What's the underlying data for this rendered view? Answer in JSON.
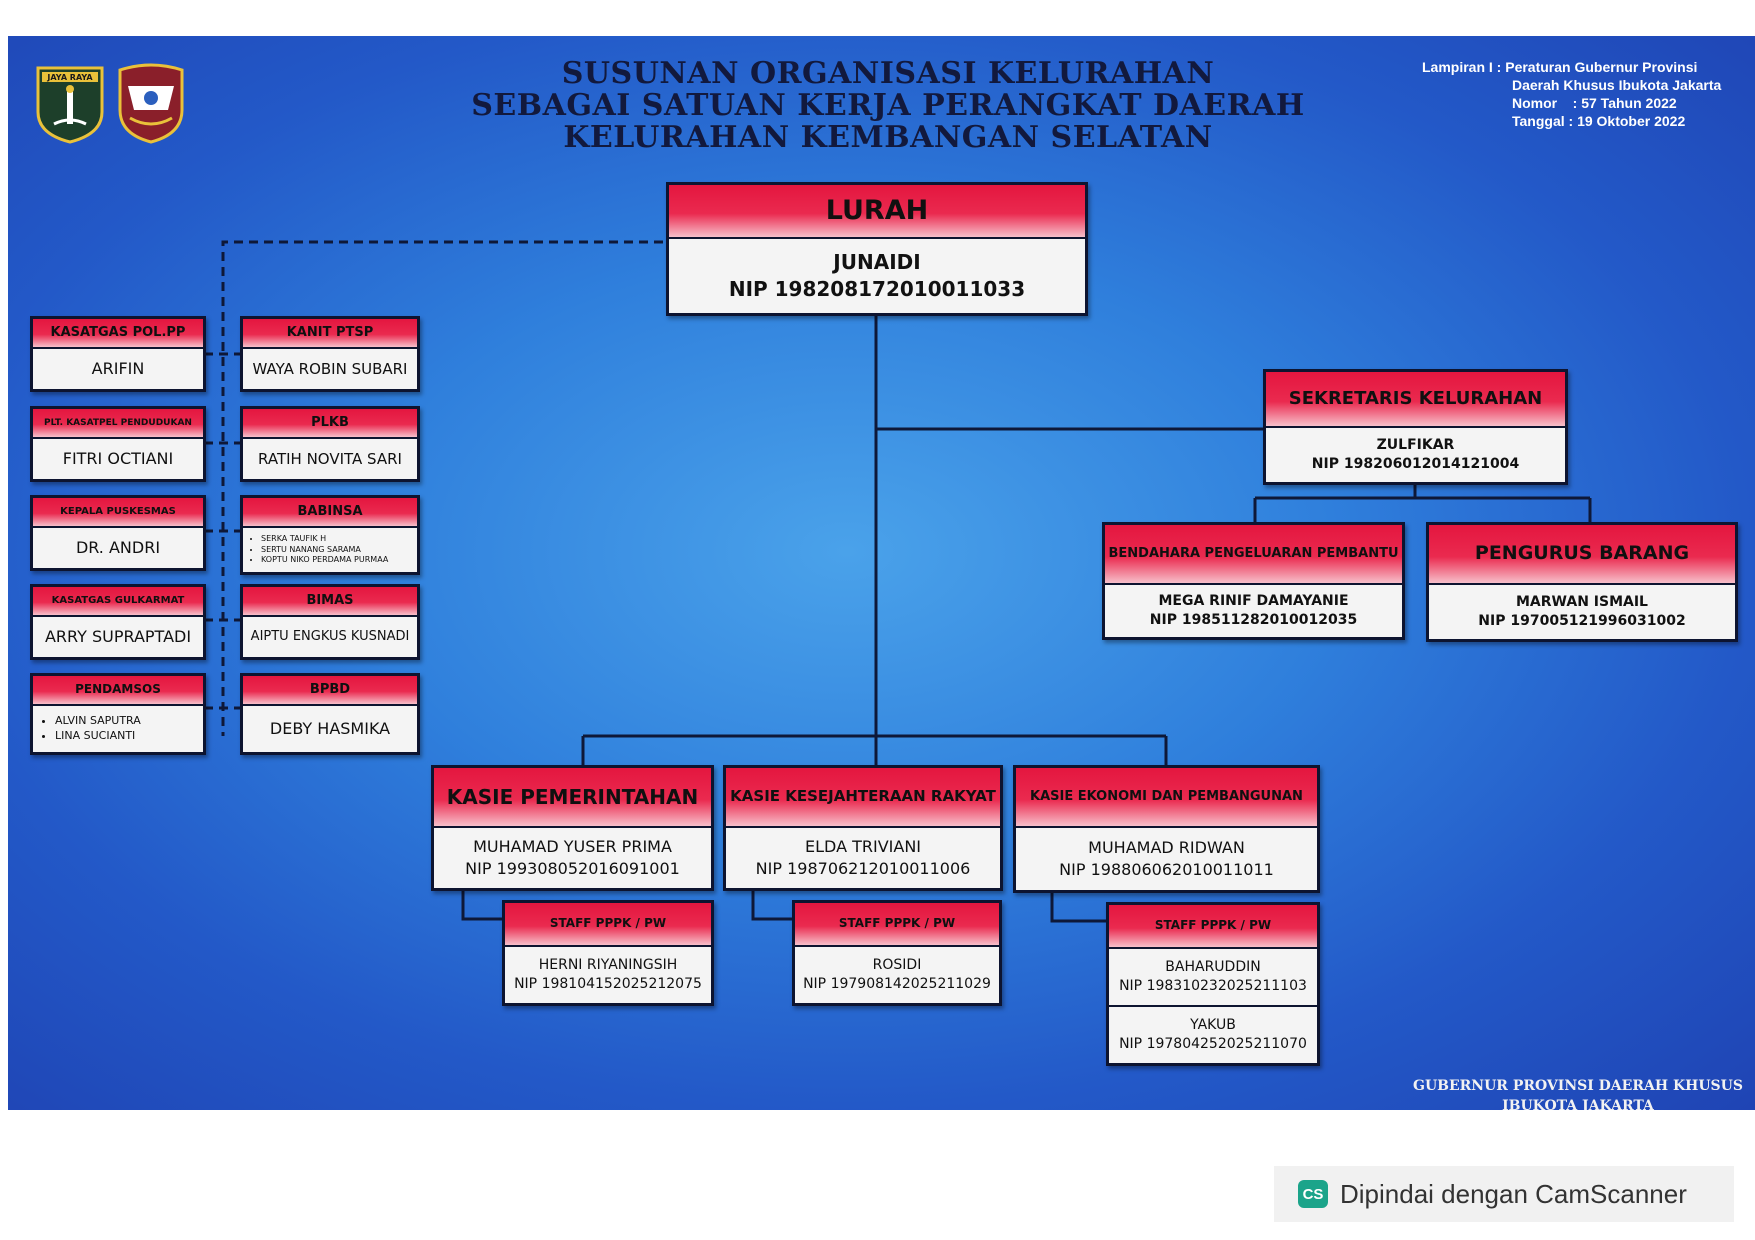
{
  "title": {
    "line1": "SUSUNAN ORGANISASI KELURAHAN",
    "line2": "SEBAGAI SATUAN KERJA PERANGKAT DAERAH",
    "line3": "KELURAHAN KEMBANGAN SELATAN"
  },
  "logo": {
    "text": "JAYA RAYA"
  },
  "reference": {
    "line1": "Lampiran I : Peraturan Gubernur Provinsi",
    "line2": "Daerah Khusus Ibukota Jakarta",
    "line3": "Nomor    : 57 Tahun 2022",
    "line4": "Tanggal : 19 Oktober 2022"
  },
  "lurah": {
    "title": "LURAH",
    "name": "JUNAIDI",
    "nip": "NIP 198208172010011033"
  },
  "sekretaris": {
    "title": "SEKRETARIS KELURAHAN",
    "name": "ZULFIKAR",
    "nip": "NIP 198206012014121004"
  },
  "bendahara": {
    "title": "BENDAHARA PENGELUARAN PEMBANTU",
    "name": "MEGA RINIF DAMAYANIE",
    "nip": "NIP 198511282010012035"
  },
  "pengurus": {
    "title": "PENGURUS BARANG",
    "name": "MARWAN ISMAIL",
    "nip": "NIP 197005121996031002"
  },
  "kasie_pem": {
    "title": "KASIE PEMERINTAHAN",
    "name": "MUHAMAD YUSER PRIMA",
    "nip": "NIP 199308052016091001"
  },
  "kasie_kes": {
    "title": "KASIE KESEJAHTERAAN RAKYAT",
    "name": "ELDA TRIVIANI",
    "nip": "NIP 198706212010011006"
  },
  "kasie_eko": {
    "title": "KASIE EKONOMI DAN PEMBANGUNAN",
    "name": "MUHAMAD RIDWAN",
    "nip": "NIP 198806062010011011"
  },
  "staff_pem": {
    "title": "STAFF PPPK / PW",
    "name": "HERNI RIYANINGSIH",
    "nip": "NIP 198104152025212075"
  },
  "staff_kes": {
    "title": "STAFF PPPK / PW",
    "name": "ROSIDI",
    "nip": "NIP 197908142025211029"
  },
  "staff_eko": {
    "title": "STAFF PPPK / PW",
    "name1": "BAHARUDDIN",
    "nip1": "NIP 198310232025211103",
    "name2": "YAKUB",
    "nip2": "NIP 197804252025211070"
  },
  "left": {
    "polpp": {
      "title": "KASATGAS POL.PP",
      "name": "ARIFIN"
    },
    "kasatpel": {
      "title": "PLT. KASATPEL PENDUDUKAN",
      "name": "FITRI OCTIANI"
    },
    "puskesmas": {
      "title": "KEPALA PUSKESMAS",
      "name": "DR. ANDRI"
    },
    "gulkarmat": {
      "title": "KASATGAS GULKARMAT",
      "name": "ARRY SUPRAPTADI"
    },
    "pendamsos": {
      "title": "PENDAMSOS",
      "items": [
        "ALVIN SAPUTRA",
        "LINA SUCIANTI"
      ]
    },
    "ptsp": {
      "title": "KANIT PTSP",
      "name": "WAYA ROBIN SUBARI"
    },
    "plkb": {
      "title": "PLKB",
      "name": "RATIH NOVITA SARI"
    },
    "babinsa": {
      "title": "BABINSA",
      "items": [
        "SERKA TAUFIK H",
        "SERTU NANANG SARAMA",
        "KOPTU NIKO PERDAMA PURMAA"
      ]
    },
    "bimas": {
      "title": "BIMAS",
      "name": "AIPTU ENGKUS KUSNADI"
    },
    "bpbd": {
      "title": "BPBD",
      "name": "DEBY HASMIKA"
    }
  },
  "footer": {
    "line1": "GUBERNUR PROVINSI DAERAH KHUSUS",
    "line2": "IBUKOTA JAKARTA"
  },
  "camscanner": {
    "icon": "CS",
    "text": "Dipindai dengan CamScanner"
  }
}
